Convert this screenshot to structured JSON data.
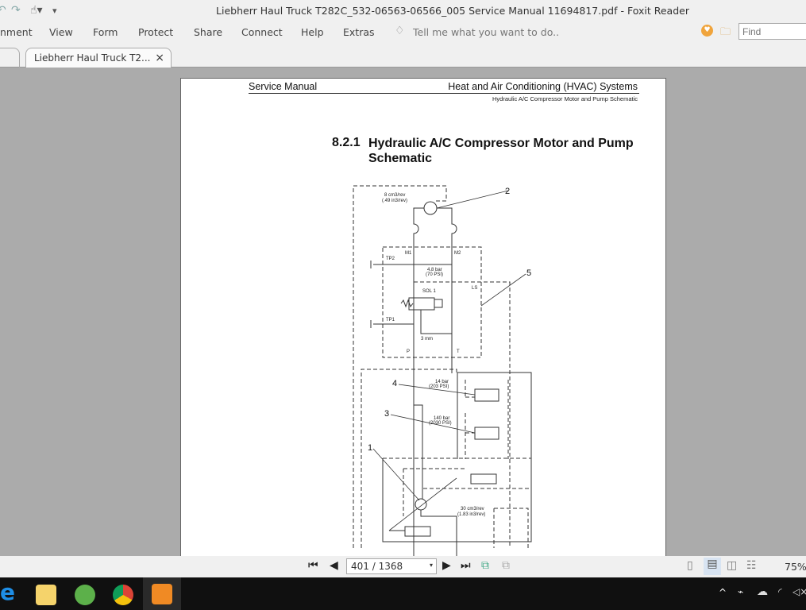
{
  "window": {
    "title": "Liebherr Haul Truck T282C_532-06563-06566_005 Service Manual 11694817.pdf - Foxit Reader"
  },
  "menu": {
    "items": [
      "nment",
      "View",
      "Form",
      "Protect",
      "Share",
      "Connect",
      "Help",
      "Extras"
    ],
    "tellme": "Tell me what you want to do..",
    "find_placeholder": "Find"
  },
  "tabs": [
    {
      "label": "Liebherr Haul Truck T2...",
      "close": "×"
    }
  ],
  "page": {
    "header_left": "Service Manual",
    "header_right": "Heat and Air Conditioning (HVAC) Systems",
    "subheader": "Hydraulic A/C Compressor Motor and Pump Schematic",
    "section_number": "8.2.1",
    "section_title_1": "Hydraulic A/C Compressor Motor and Pump",
    "section_title_2": "Schematic"
  },
  "schematic": {
    "motor_disp_1": "8 cm3/rev",
    "motor_disp_2": "(.49 in3/rev)",
    "callout_2": "2",
    "callout_5": "5",
    "callout_4": "4",
    "callout_3": "3",
    "callout_1": "1",
    "m1": "M1",
    "m2": "M2",
    "tp2": "TP2",
    "tp1": "TP1",
    "relief_1": "4.8 bar",
    "relief_2": "(70 PSI)",
    "ls": "LS",
    "sol": "SOL 1",
    "orifice": "3 mm",
    "p": "P",
    "t": "T",
    "v4_1": "14 bar",
    "v4_2": "(203 PSI)",
    "v3_1": "140 bar",
    "v3_2": "(2030 PSI)",
    "pump_disp_1": "30 cm3/rev",
    "pump_disp_2": "(1.83 in3/rev)"
  },
  "status": {
    "page_value": "401 / 1368",
    "zoom": "75%"
  },
  "colors": {
    "doc_bg": "#ababab",
    "taskbar": "#101010",
    "accent": "#f08a24"
  }
}
